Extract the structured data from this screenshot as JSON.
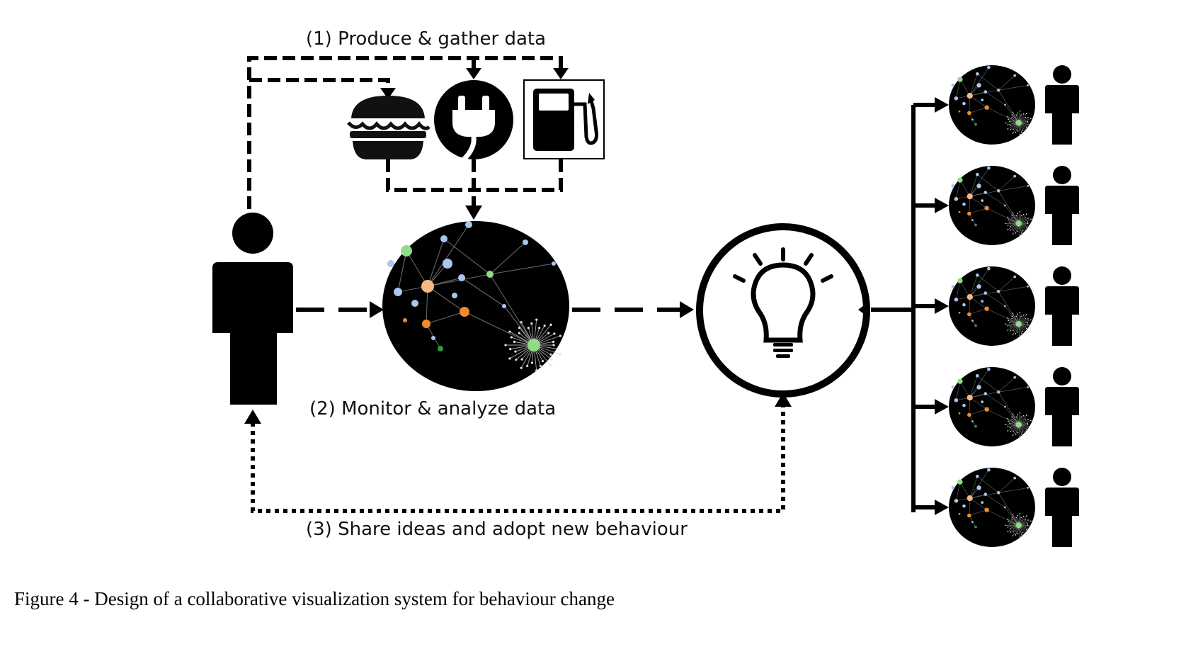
{
  "labels": {
    "step1": "(1) Produce & gather data",
    "step2": "(2) Monitor & analyze data",
    "step3": "(3) Share ideas and adopt new behaviour"
  },
  "caption": "Figure 4 - Design of a collaborative visualization system for behaviour change",
  "icons": {
    "food": "burger-icon",
    "energy": "plug-icon",
    "fuel": "fuel-pump-icon",
    "idea": "lightbulb-icon",
    "user": "person-icon",
    "network": "network-graph-icon"
  },
  "colors": {
    "ink": "#000000",
    "node_blue": "#a9c6ee",
    "node_orange": "#f08a2c",
    "node_peach": "#f7b886",
    "node_green": "#8fdc86",
    "node_darkgreen": "#2f9a3b",
    "edge": "#8a8a8a"
  },
  "peer_count": 5
}
